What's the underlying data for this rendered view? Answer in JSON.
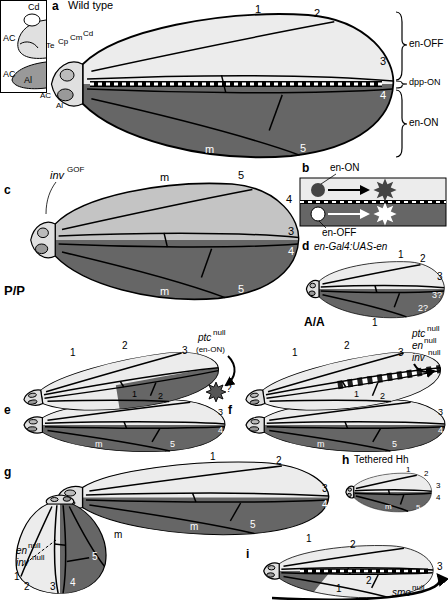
{
  "diagram": {
    "labels": [
      "AC",
      "Cd",
      "AC",
      "Al",
      "a",
      "Wild type",
      "Te",
      "Cp",
      "Cm",
      "Cd",
      "AC",
      "Al",
      "1",
      "2",
      "3",
      "4",
      "5",
      "m",
      "en-OFF",
      "dpp-ON",
      "en-ON",
      "b",
      "en-ON",
      "en-OFF",
      "c",
      "inv",
      "GOF",
      "m",
      "5",
      "4",
      "3",
      "4",
      "5",
      "m",
      "P/P",
      "d",
      "en-Gal4:UAS-en",
      "1",
      "2",
      "3",
      "3?",
      "2?",
      "1",
      "A/A",
      "e",
      "1",
      "2",
      "3",
      "ptc",
      "null",
      "(en-ON)",
      "?",
      "1",
      "2",
      "3",
      "4",
      "5",
      "m",
      "f",
      "1",
      "2",
      "3",
      "ptc",
      "null",
      "en",
      "null",
      "inv",
      "null",
      "1",
      "2",
      "3",
      "4",
      "5",
      "m",
      "g",
      "1",
      "2",
      "3",
      "4",
      "5",
      "m",
      "en",
      "null",
      "inv",
      "null",
      "1",
      "2",
      "3",
      "4",
      "5",
      "m",
      "h",
      "Tethered Hh",
      "1",
      "2",
      "3",
      "4",
      "5",
      "m",
      "i",
      "1",
      "2",
      "3",
      "2",
      "1",
      "m",
      "smo",
      "null"
    ]
  }
}
